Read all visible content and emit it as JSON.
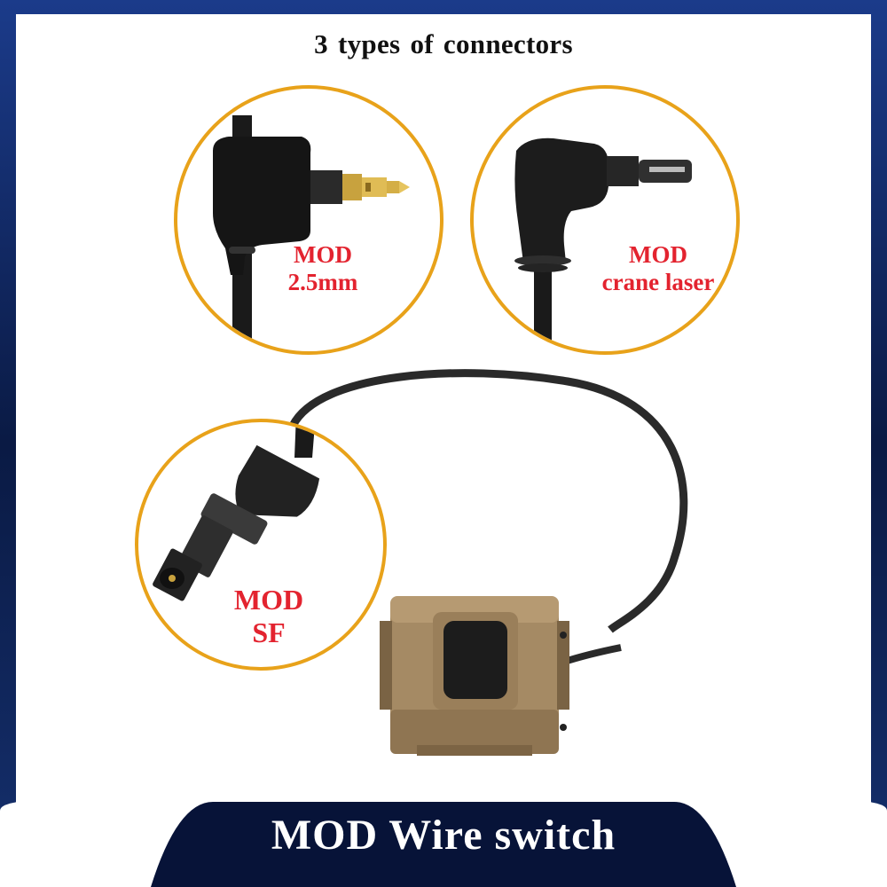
{
  "title": "3 types of  connectors",
  "connectors": [
    {
      "line1": "MOD",
      "line2": "2.5mm"
    },
    {
      "line1": "MOD",
      "line2": "crane laser"
    },
    {
      "line1": "MOD",
      "line2": "SF"
    }
  ],
  "banner": "MOD Wire switch",
  "colors": {
    "accent_ring": "#e8a21a",
    "label_red": "#e3232f",
    "frame_blue": "#12307a",
    "product_tan": "#a58a64"
  }
}
